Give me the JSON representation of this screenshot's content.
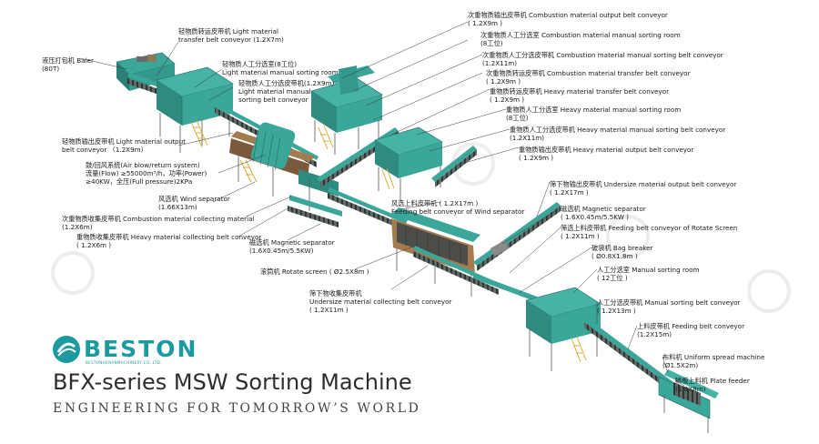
{
  "brand": {
    "name": "BESTON",
    "sub": "BESTONHENANMACHINERY CO.,LTD.",
    "color": "#1b9aa0"
  },
  "title": "BFX-series MSW Sorting Machine",
  "tagline": "Engineering for tomorrow’s world",
  "equipment_color": "#3aa79a",
  "labels": [
    {
      "id": "baler",
      "lines": [
        "液压打包机 Baler",
        "(80T)"
      ]
    },
    {
      "id": "light-transfer",
      "lines": [
        "轻物质转运皮带机 Light material",
        "transfer belt conveyor (1.2X7m)"
      ]
    },
    {
      "id": "light-room",
      "lines": [
        "轻物质人工分选室(8工位)",
        "Light material manual sorting room"
      ]
    },
    {
      "id": "light-sorting-belt",
      "lines": [
        "轻物质人工分选皮带机(1.2X9m)",
        "Light material manual",
        "sorting belt conveyor"
      ]
    },
    {
      "id": "light-output",
      "lines": [
        "轻物质输出皮带机 Light material output",
        "belt conveyor （1.2X9m）"
      ]
    },
    {
      "id": "air-blow",
      "lines": [
        "鼓/回风系统(Air blow/return system)",
        "流量(Flow) ≥55000m³/h，功率(Power)",
        "≥40KW，全压(Full pressure)2KPa"
      ]
    },
    {
      "id": "wind-separator",
      "lines": [
        "风选机 Wind separator",
        "(1.66X13m)"
      ]
    },
    {
      "id": "combustion-collecting",
      "lines": [
        "次重物质收集皮带机 Combustion material collecting material",
        "(1.2X6m)"
      ]
    },
    {
      "id": "heavy-collecting",
      "lines": [
        "重物质收集皮带机 Heavy material collecting belt conveyor",
        "( 1.2X6m )"
      ]
    },
    {
      "id": "magnetic-left",
      "lines": [
        "磁选机 Magnetic separator",
        "(1.6X0.45m/5.5KW)"
      ]
    },
    {
      "id": "rotate-screen",
      "lines": [
        "滚筒机 Rotate screen ( Ø2.5X8m )"
      ]
    },
    {
      "id": "undersize-collecting",
      "lines": [
        "筛下物收集皮带机",
        "Undersize material collecting belt conveyor",
        "( 1.2X11m )"
      ]
    },
    {
      "id": "wind-feeding",
      "lines": [
        "风选上料皮带机 ( 1.2X17m )",
        "Feeding belt conveyor of Wind separator"
      ]
    },
    {
      "id": "combustion-output",
      "lines": [
        "次重物质输出皮带机 Combustion material output belt conveyor",
        "( 1.2X9m )"
      ]
    },
    {
      "id": "combustion-room",
      "lines": [
        "次重物质人工分选室 Combustion material manual sorting room",
        "(8工位)"
      ]
    },
    {
      "id": "combustion-sorting-belt",
      "lines": [
        "次重物质人工分选皮带机 Combustion material manual sorting belt conveyor",
        "(1.2X11m)"
      ]
    },
    {
      "id": "combustion-transfer",
      "lines": [
        "次重物质转运皮带机 Combustion material transfer belt conveyor",
        "( 1.2X9m )"
      ]
    },
    {
      "id": "heavy-transfer",
      "lines": [
        "重物质转运皮带机 Heavy material transfer belt conveyor",
        "( 1.2X9m )"
      ]
    },
    {
      "id": "heavy-room",
      "lines": [
        "重物质人工分选室 Heavy material manual sorting room",
        "(8工位)"
      ]
    },
    {
      "id": "heavy-sorting-belt",
      "lines": [
        "重物质人工分选皮带机 Heavy material manual sorting belt conveyor",
        "(1.2X11m)"
      ]
    },
    {
      "id": "heavy-output",
      "lines": [
        "重物质输出皮带机  Heavy material output belt conveyor",
        "( 1.2X9m )"
      ]
    },
    {
      "id": "undersize-output",
      "lines": [
        "筛下物输出皮带机 Undersize material output belt conveyor",
        "( 1.2X17m )"
      ]
    },
    {
      "id": "magnetic-right",
      "lines": [
        "磁选机 Magnetic separator",
        "( 1.6X0.45m/5.5KW )"
      ]
    },
    {
      "id": "rotate-feeding",
      "lines": [
        "筛选上料皮带机 Feeding belt conveyor of Rotate Screen",
        "( 1.2X11m )"
      ]
    },
    {
      "id": "bag-breaker",
      "lines": [
        "破袋机 Bag breaker",
        "( Ø0.8X1.8m )"
      ]
    },
    {
      "id": "manual-room",
      "lines": [
        "人工分选室 Manual sorting room",
        "( 12工位 )"
      ]
    },
    {
      "id": "manual-sorting-belt",
      "lines": [
        "人工分选皮带机 Manual sorting belt conveyor",
        "( 1.2X13m )"
      ]
    },
    {
      "id": "feeding-belt",
      "lines": [
        "上料皮带机 Feeding belt conveyor",
        "(1.2X15m)"
      ]
    },
    {
      "id": "uniform-spread",
      "lines": [
        "布料机  Uniform spread machine",
        "(Ø1.5X2m)"
      ]
    },
    {
      "id": "plate-feeder",
      "lines": [
        "鳞板上料机 Plate feeder",
        "(1.8X8m)"
      ]
    }
  ]
}
